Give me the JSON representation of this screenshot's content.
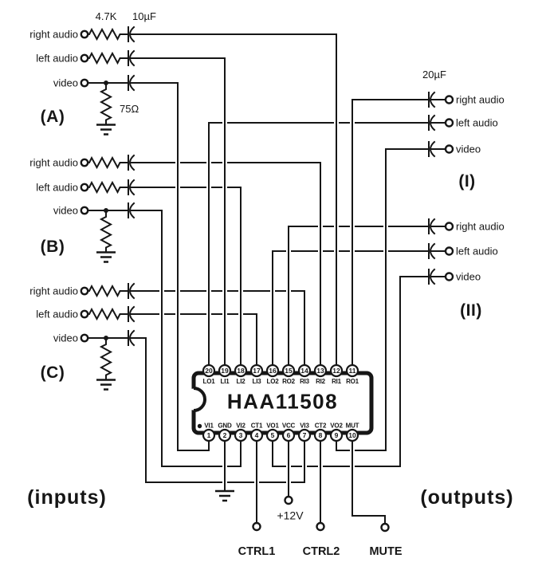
{
  "captions": {
    "inputs": "(inputs)",
    "outputs": "(outputs)"
  },
  "values": {
    "input_resistor": "4.7K",
    "input_cap": "10µF",
    "video_resistor": "75Ω",
    "output_cap": "20µF"
  },
  "chip": {
    "name": "HAA11508",
    "top_pins": [
      {
        "num": "20",
        "label": "LO1"
      },
      {
        "num": "19",
        "label": "LI1"
      },
      {
        "num": "18",
        "label": "LI2"
      },
      {
        "num": "17",
        "label": "LI3"
      },
      {
        "num": "16",
        "label": "LO2"
      },
      {
        "num": "15",
        "label": "RO2"
      },
      {
        "num": "14",
        "label": "RI3"
      },
      {
        "num": "13",
        "label": "RI2"
      },
      {
        "num": "12",
        "label": "RI1"
      },
      {
        "num": "11",
        "label": "RO1"
      }
    ],
    "bottom_pins": [
      {
        "num": "1",
        "label": "VI1"
      },
      {
        "num": "2",
        "label": "GND"
      },
      {
        "num": "3",
        "label": "VI2"
      },
      {
        "num": "4",
        "label": "CT1"
      },
      {
        "num": "5",
        "label": "VO1"
      },
      {
        "num": "6",
        "label": "VCC"
      },
      {
        "num": "7",
        "label": "VI3"
      },
      {
        "num": "8",
        "label": "CT2"
      },
      {
        "num": "9",
        "label": "VO2"
      },
      {
        "num": "10",
        "label": "MUT"
      }
    ]
  },
  "input_sections": [
    {
      "tag": "(A)",
      "rows": [
        "right audio",
        "left audio",
        "video"
      ]
    },
    {
      "tag": "(B)",
      "rows": [
        "right audio",
        "left audio",
        "video"
      ]
    },
    {
      "tag": "(C)",
      "rows": [
        "right audio",
        "left audio",
        "video"
      ]
    }
  ],
  "output_sections": [
    {
      "tag": "(I)",
      "rows": [
        "right audio",
        "left audio",
        "video"
      ]
    },
    {
      "tag": "(II)",
      "rows": [
        "right audio",
        "left audio",
        "video"
      ]
    }
  ],
  "terminals": {
    "supply": "+12V",
    "ctrl1": "CTRL1",
    "ctrl2": "CTRL2",
    "mute": "MUTE"
  },
  "colors": {
    "ink": "#161616",
    "paper": "#ffffff"
  }
}
